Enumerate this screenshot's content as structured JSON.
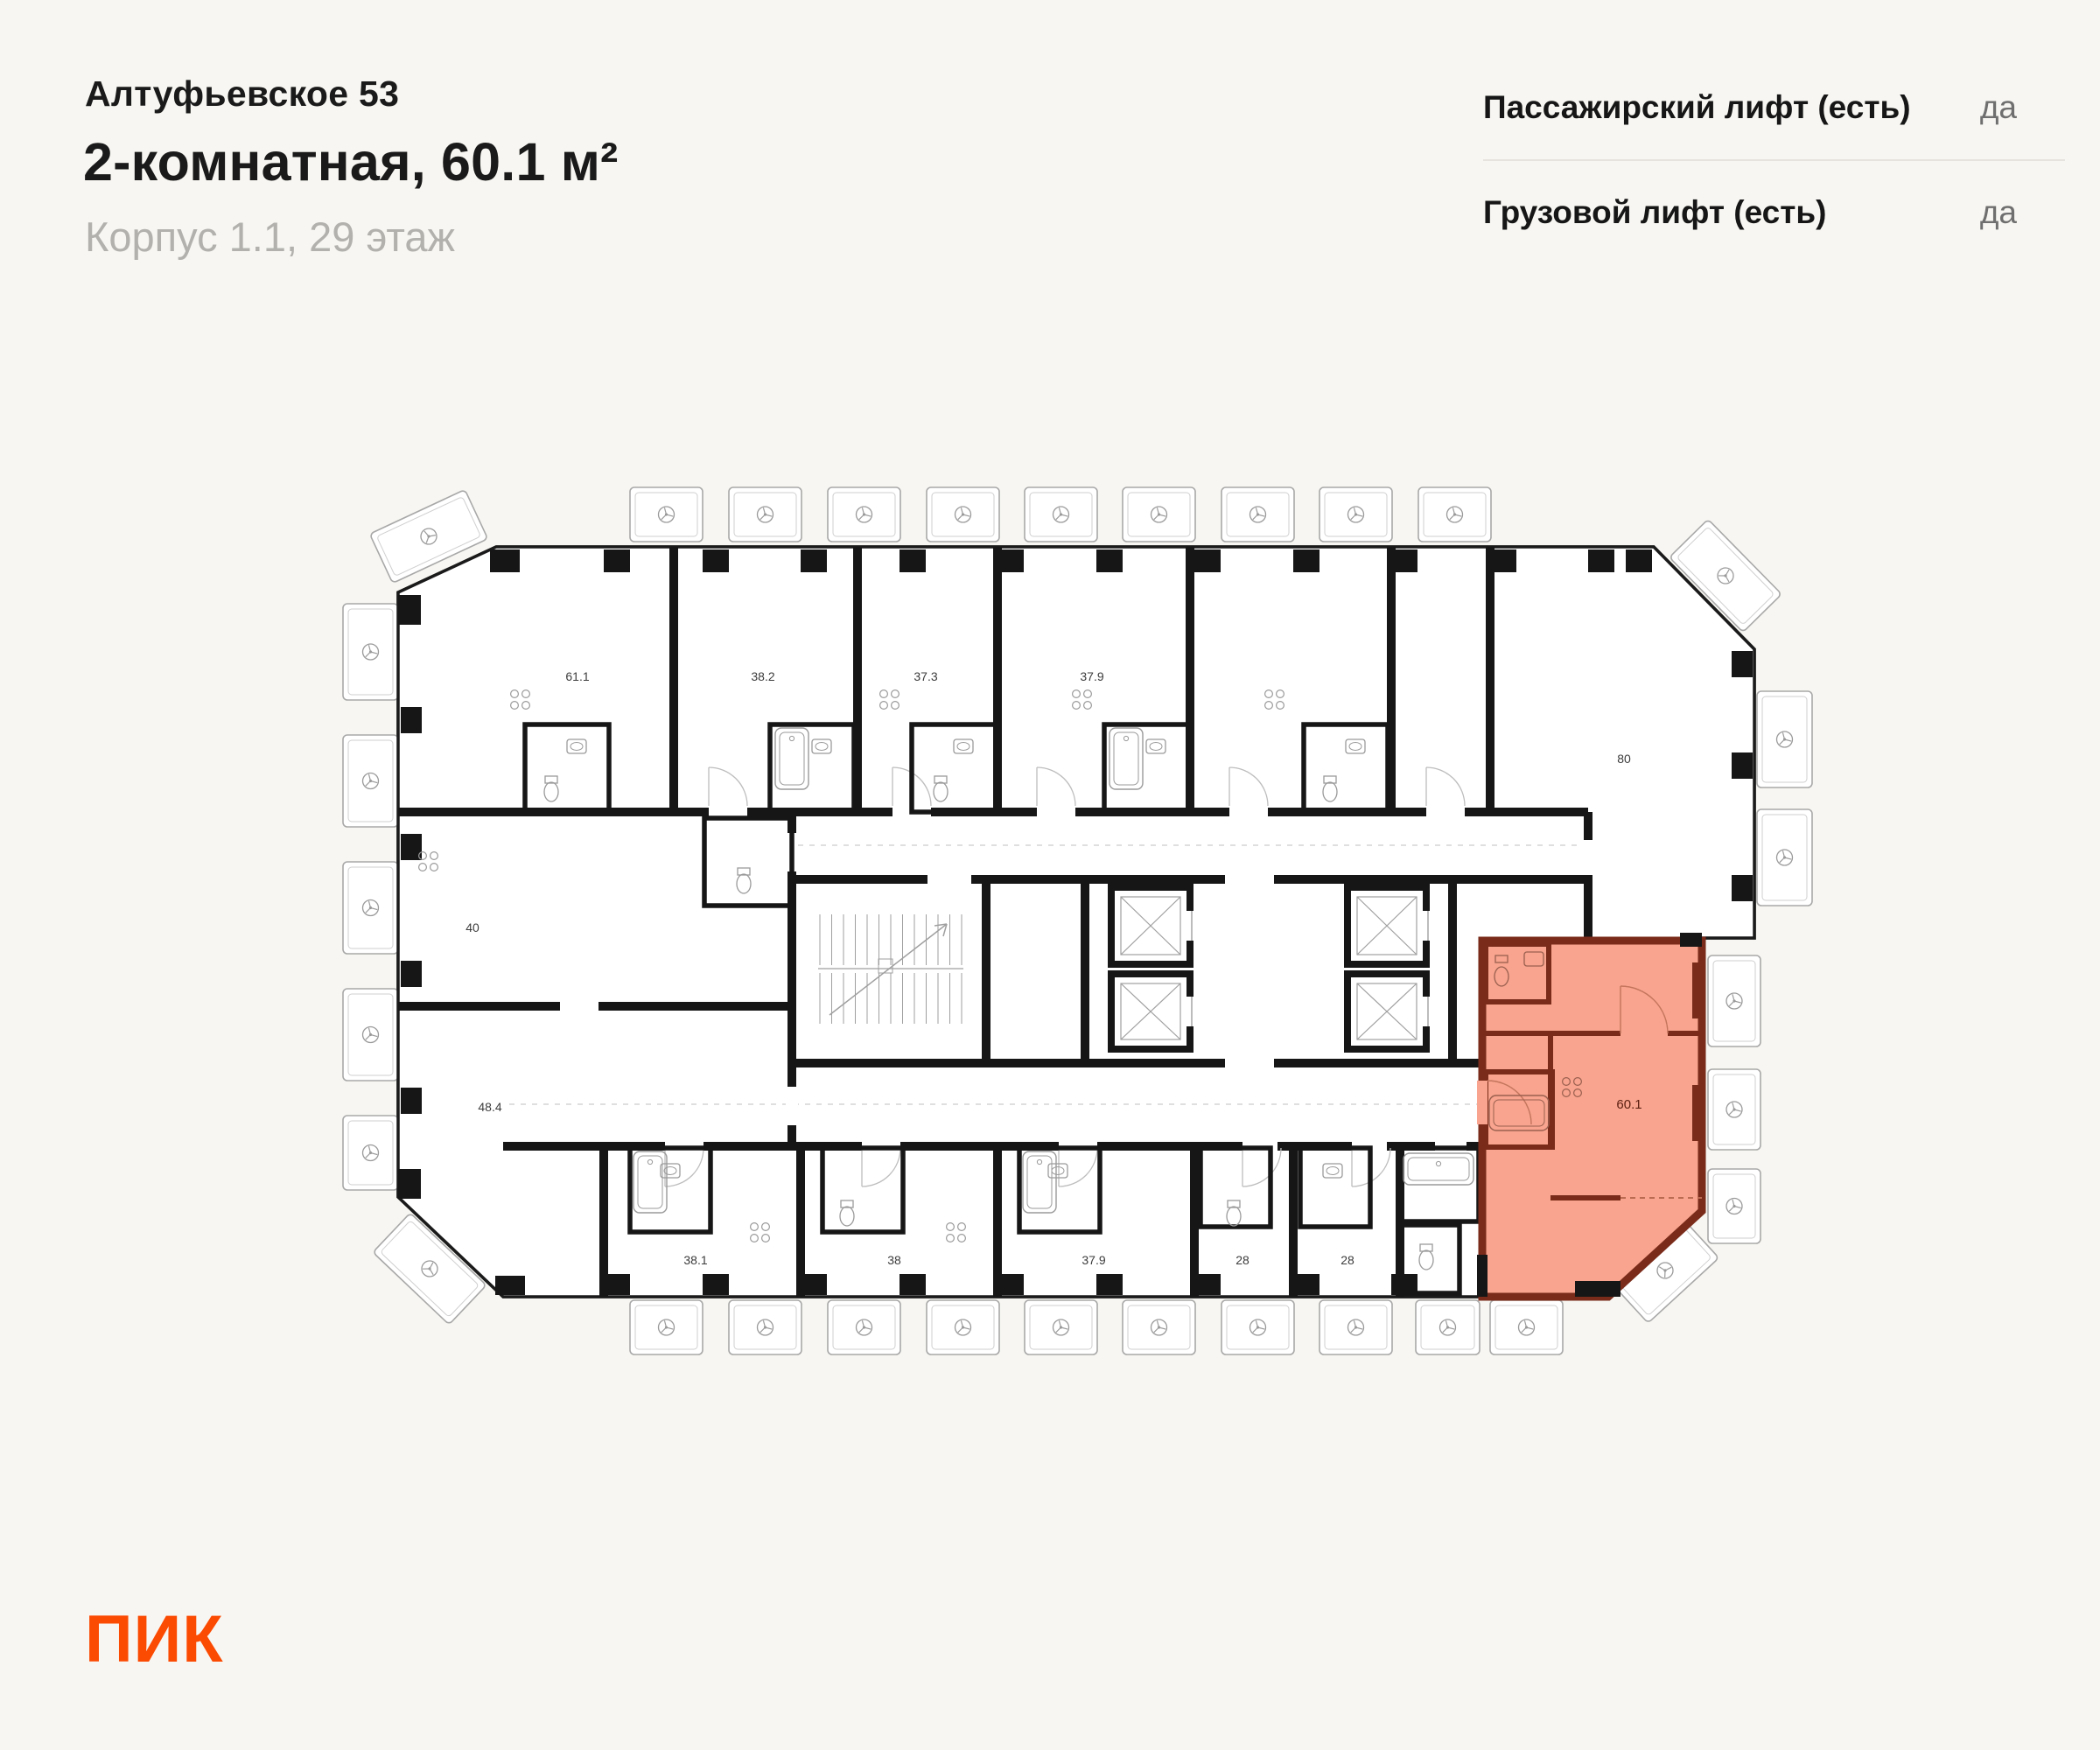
{
  "header": {
    "project": "Алтуфьевское 53",
    "title": "2-комнатная, 60.1 м²",
    "subtitle": "Корпус 1.1, 29 этаж"
  },
  "amenities": {
    "rows": [
      {
        "label": "Пассажирский лифт (есть)",
        "value": "да"
      },
      {
        "label": "Грузовой лифт (есть)",
        "value": "да"
      }
    ]
  },
  "plan": {
    "highlighted_unit": {
      "area_label": "60.1"
    },
    "unit_area_labels": [
      "61.1",
      "38.2",
      "37.3",
      "37.9",
      "80",
      "40",
      "48.4",
      "38.1",
      "38",
      "37.9",
      "28",
      "28"
    ],
    "colors": {
      "wall": "#161616",
      "fixture": "#9a9a9a",
      "highlight_fill": "#f8a48e",
      "highlight_wall": "#7a2b1a",
      "highlight_text": "#5e2112"
    }
  },
  "footer": {
    "logo_text": "ПИК",
    "logo_color": "#fb4a02"
  }
}
